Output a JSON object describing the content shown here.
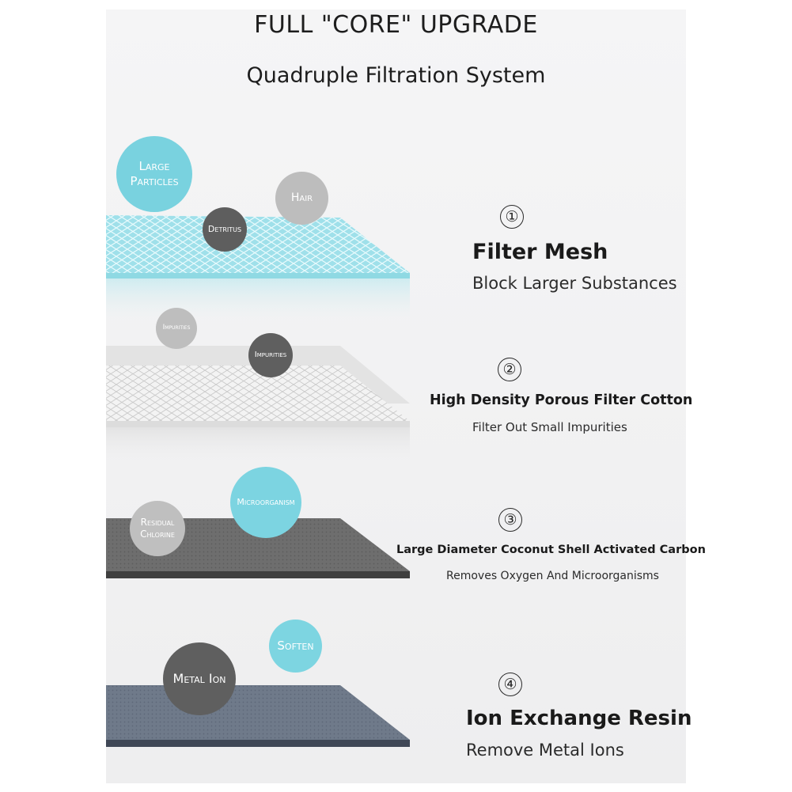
{
  "header": {
    "title": "FULL \"CORE\" UPGRADE",
    "subtitle": "Quadruple Filtration System"
  },
  "layers": [
    {
      "number": "①",
      "name": "Filter Mesh",
      "description": "Block Larger Substances",
      "color": "#8fd9e3",
      "particles": [
        "Large Particles",
        "Hair",
        "Detritus"
      ]
    },
    {
      "number": "②",
      "name": "High Density Porous Filter Cotton",
      "description": "Filter Out Small Impurities",
      "color": "#e8e8e8",
      "particles": [
        "Impurities",
        "Impurities"
      ]
    },
    {
      "number": "③",
      "name": "Large Diameter Coconut Shell Activated Carbon",
      "description": "Removes Oxygen And Microorganisms",
      "color": "#6d6d6d",
      "particles": [
        "Residual Chlorine",
        "Microorganism"
      ]
    },
    {
      "number": "④",
      "name": "Ion Exchange Resin",
      "description": "Remove Metal Ions",
      "color": "#6b7585",
      "particles": [
        "Soften",
        "Metal Ion"
      ]
    }
  ],
  "colors": {
    "cyan": "#7ad3e0",
    "light_grey": "#bdbdbd",
    "dark_grey": "#5f5f5f"
  }
}
